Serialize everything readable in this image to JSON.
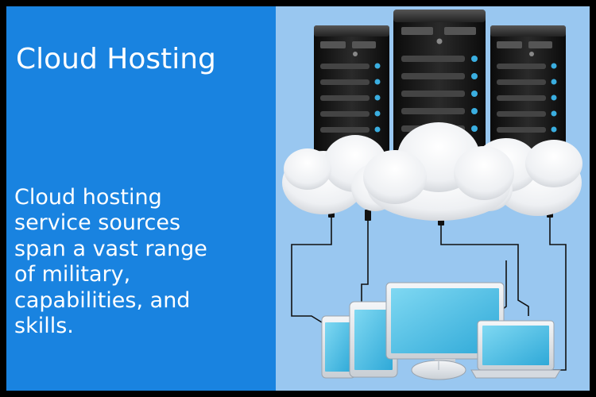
{
  "title": "Cloud Hosting",
  "description_lines": [
    "Cloud hosting",
    "service sources",
    "span a vast range",
    "of military,",
    "capabilities, and",
    "skills."
  ],
  "illustration": {
    "icons": [
      "server-rack-icon",
      "cloud-icon",
      "tablet-icon",
      "phone-icon",
      "monitor-icon",
      "laptop-icon",
      "mouse-icon",
      "cable-icon"
    ]
  },
  "colors": {
    "left_panel": "#1983e0",
    "right_panel": "#99c7f0",
    "text": "#ffffff",
    "server": "#1c1c1c",
    "led": "#3aaee0",
    "screen": "#52c3e7"
  }
}
